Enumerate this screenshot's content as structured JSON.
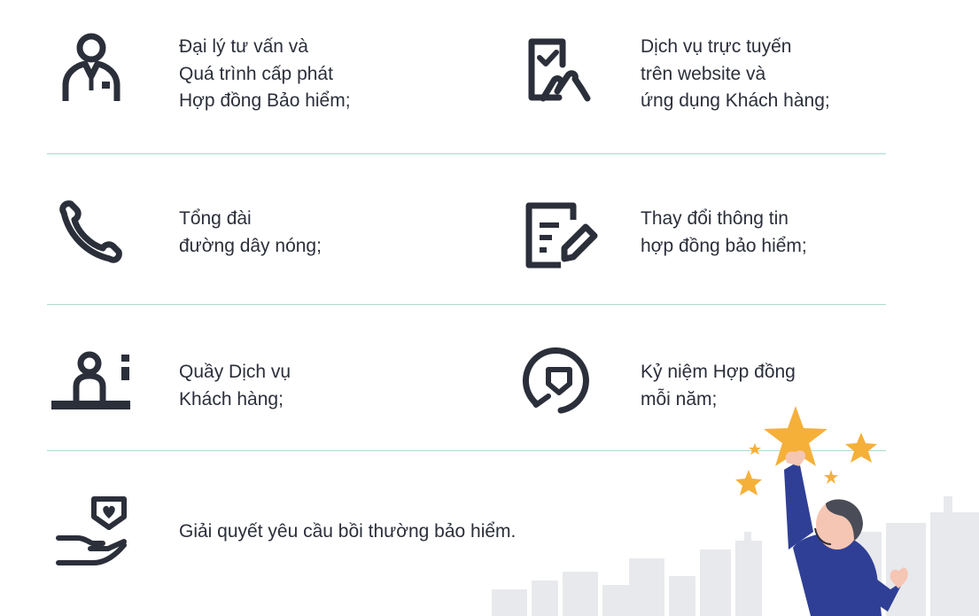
{
  "colors": {
    "icon": "#2b2f3a",
    "text": "#2b2f3a",
    "divider": "#a9dccd",
    "star": "#f5b03a",
    "shirt": "#2f3f95",
    "skyline": "#e6e7ea"
  },
  "items": [
    {
      "icon": "agent-icon",
      "lines": [
        "Đại lý tư vấn và",
        "Quá trình cấp phát",
        "Hợp đồng Bảo hiểm;"
      ]
    },
    {
      "icon": "online-service-icon",
      "lines": [
        "Dịch vụ trực tuyến",
        "trên website và",
        "ứng dụng Khách hàng;"
      ]
    },
    {
      "icon": "phone-icon",
      "lines": [
        "Tổng đài",
        "đường dây nóng;"
      ]
    },
    {
      "icon": "edit-document-icon",
      "lines": [
        "Thay đổi thông tin",
        "hợp đồng bảo hiểm;"
      ]
    },
    {
      "icon": "service-counter-icon",
      "lines": [
        "Quầy Dịch vụ",
        "Khách hàng;"
      ]
    },
    {
      "icon": "anniversary-shield-icon",
      "lines": [
        "Kỷ niệm Hợp đồng",
        "mỗi năm;"
      ]
    },
    {
      "icon": "claim-hand-icon",
      "lines": [
        "Giải quyết yêu cầu bồi thường bảo hiểm."
      ]
    }
  ]
}
